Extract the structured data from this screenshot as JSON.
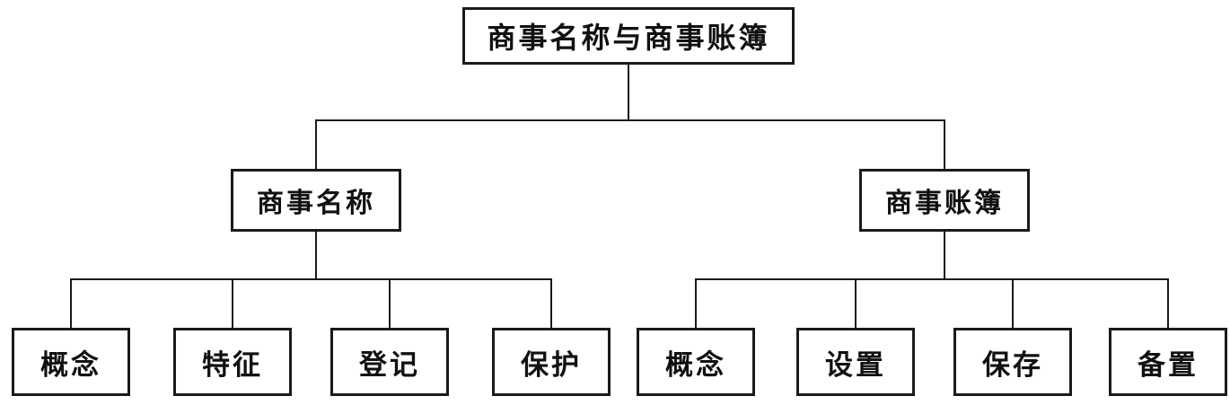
{
  "diagram": {
    "type": "tree",
    "root": {
      "label": "商事名称与商事账簿"
    },
    "branches": [
      {
        "label": "商事名称",
        "children": [
          {
            "label": "概念"
          },
          {
            "label": "特征"
          },
          {
            "label": "登记"
          },
          {
            "label": "保护"
          }
        ]
      },
      {
        "label": "商事账簿",
        "children": [
          {
            "label": "概念"
          },
          {
            "label": "设置"
          },
          {
            "label": "保存"
          },
          {
            "label": "备置"
          }
        ]
      }
    ],
    "colors": {
      "background": "#ffffff",
      "box_background": "#ffffff",
      "box_border": "#1a1a1a",
      "line": "#1a1a1a",
      "text": "#111111"
    }
  }
}
